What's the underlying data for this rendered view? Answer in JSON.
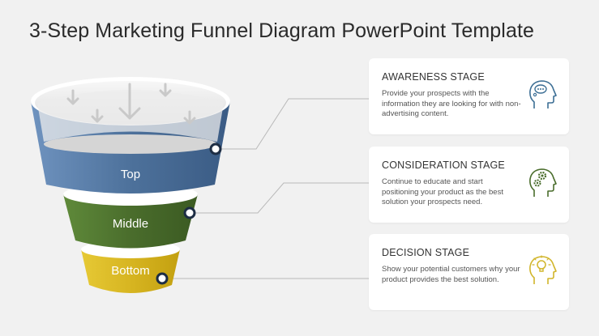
{
  "title": "3-Step Marketing Funnel Diagram PowerPoint Template",
  "funnel": {
    "stages": [
      {
        "label": "Top",
        "color": "#4d719b"
      },
      {
        "label": "Middle",
        "color": "#4a6d2c"
      },
      {
        "label": "Bottom",
        "color": "#d7b521"
      }
    ]
  },
  "cards": [
    {
      "title": "AWARENESS STAGE",
      "text": "Provide your prospects with the information they are looking for with non-advertising content.",
      "icon": "head-thought-bubble-icon",
      "icon_color": "#3d6f95"
    },
    {
      "title": "CONSIDERATION STAGE",
      "text": "Continue to educate and start positioning your product as the best solution your prospects need.",
      "icon": "head-gears-icon",
      "icon_color": "#4a6d2c"
    },
    {
      "title": "DECISION STAGE",
      "text": "Show your potential customers why your product provides the best solution.",
      "icon": "head-lightbulb-icon",
      "icon_color": "#d1b52a"
    }
  ]
}
